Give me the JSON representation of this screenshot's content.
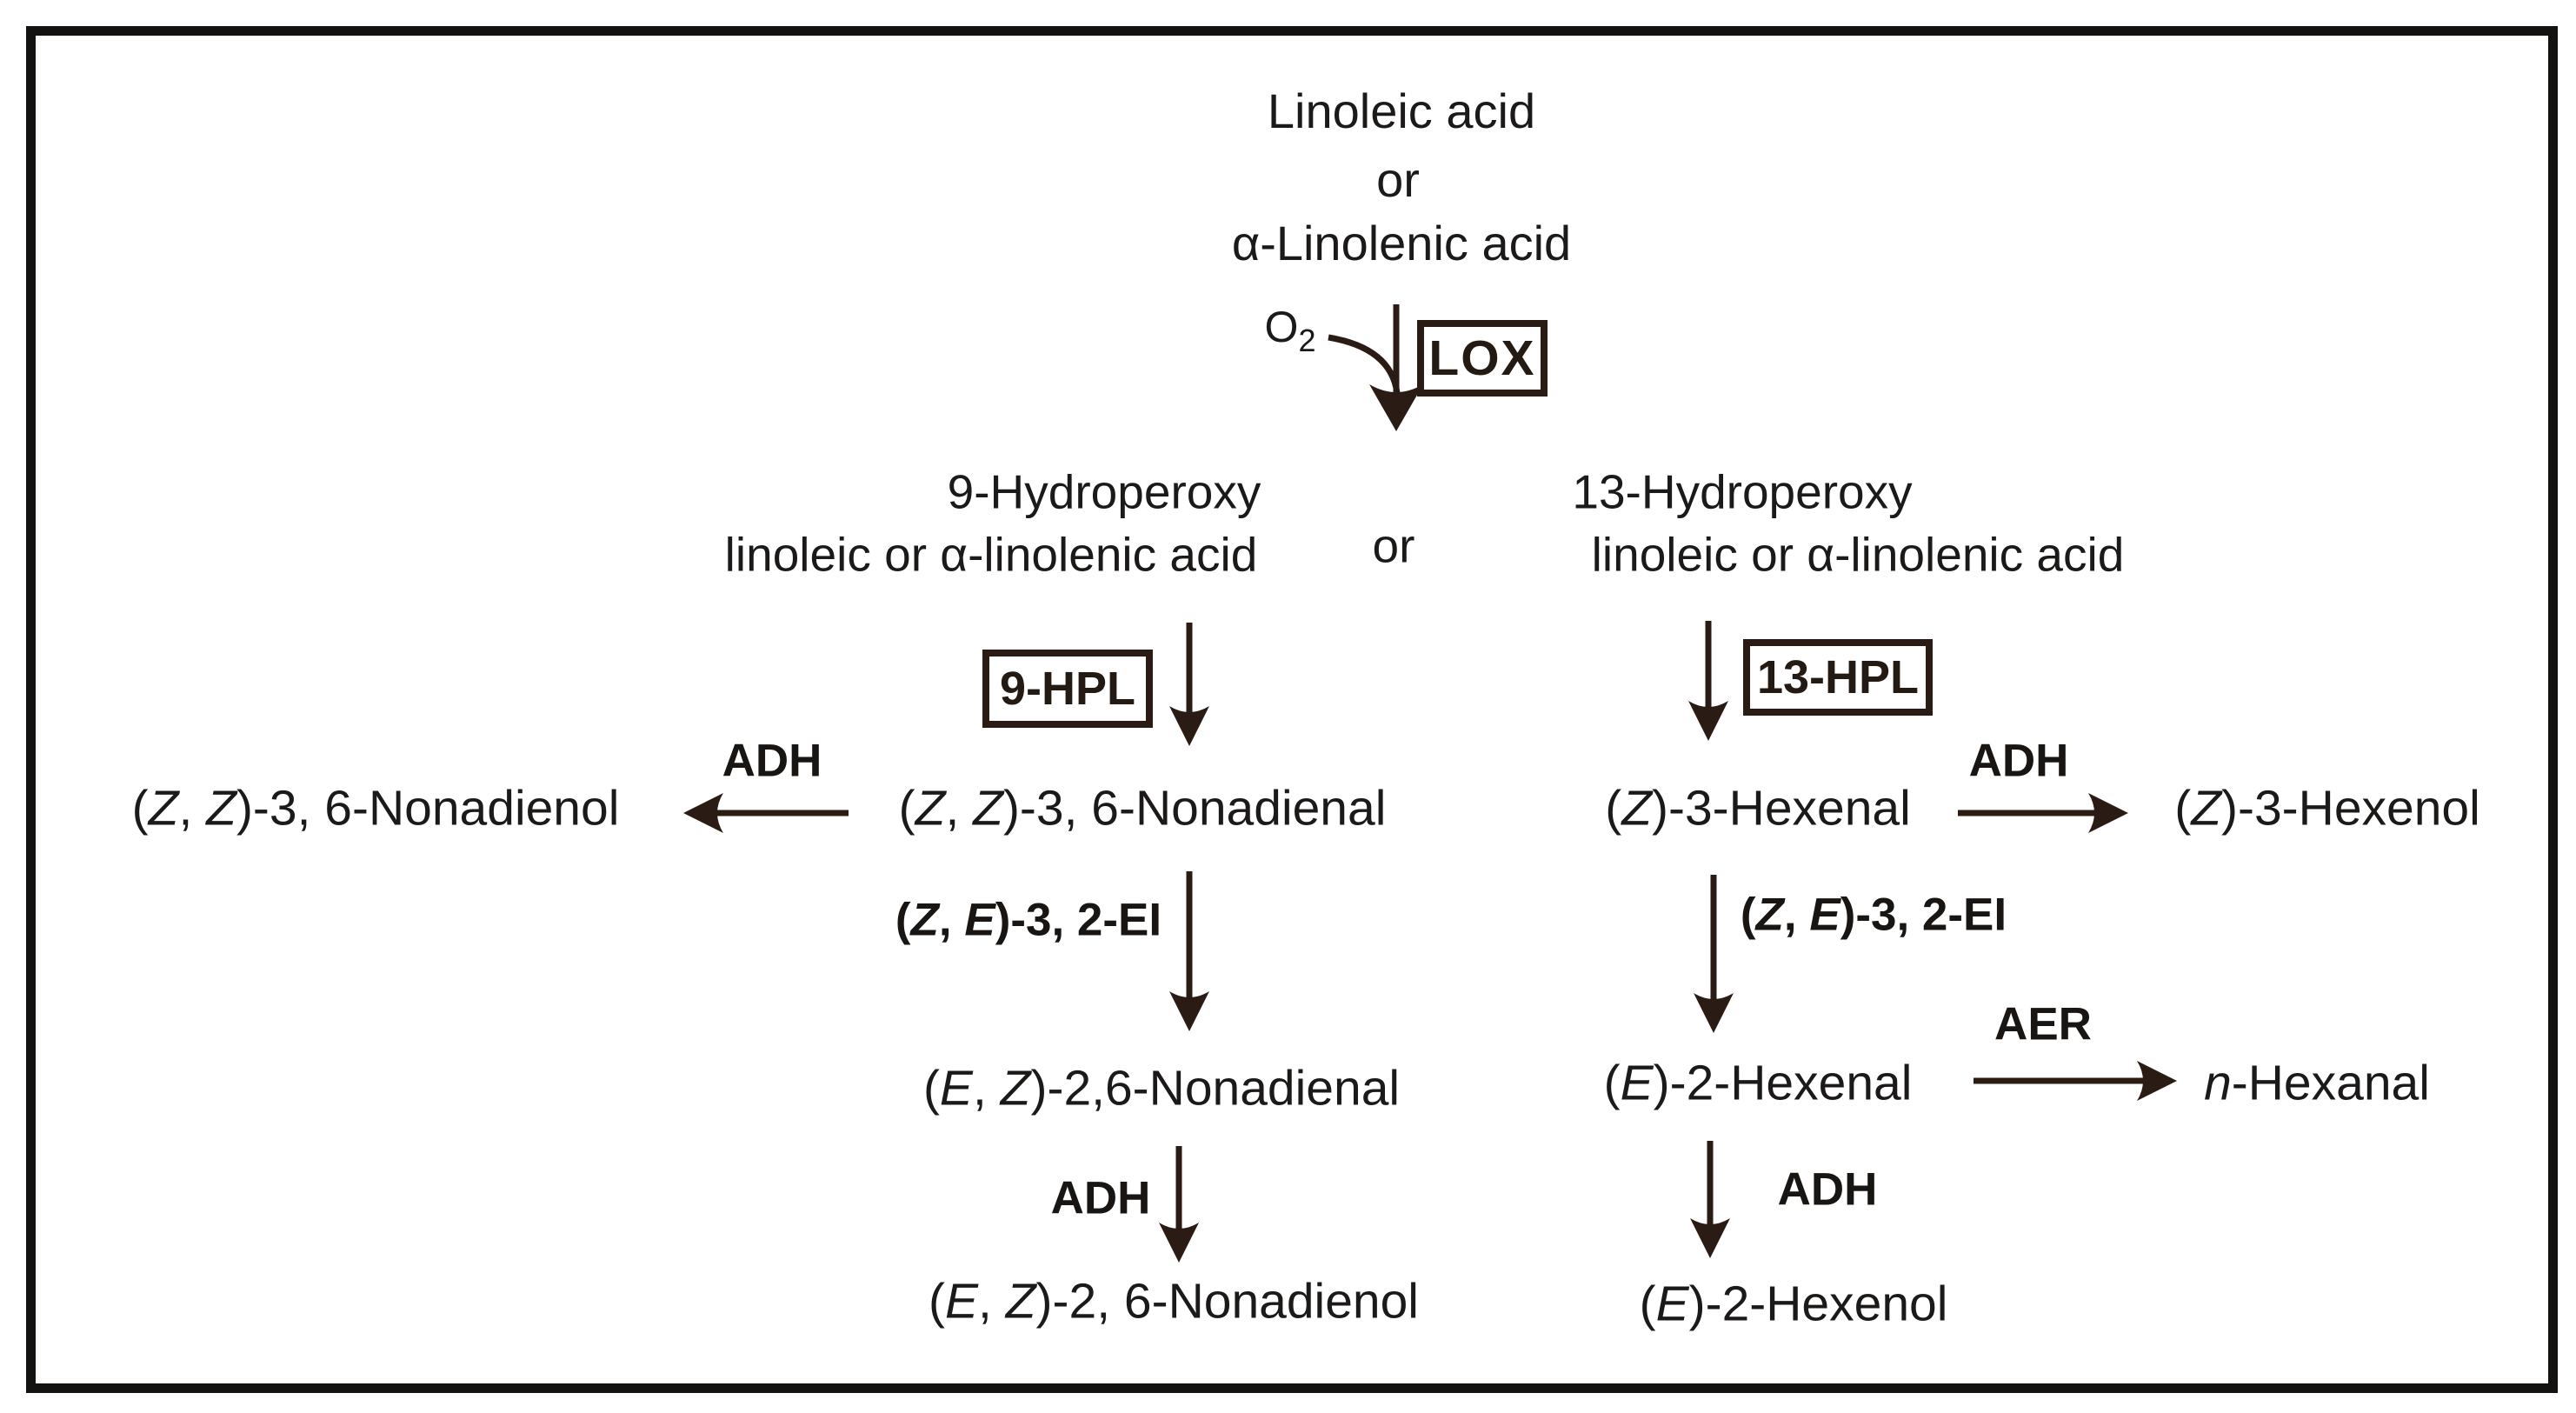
{
  "palette": {
    "ink": "#1c1a19",
    "arrow": "#2a1b15",
    "frame": "#141210",
    "background": "#ffffff"
  },
  "pathway": {
    "substrates": {
      "line1": "Linoleic acid",
      "conjunction": "or",
      "line2": "α-Linolenic acid"
    },
    "cofactor": {
      "symbol": "O",
      "subscript": "2"
    },
    "lox": {
      "label": "LOX"
    },
    "branch": {
      "left_hydroperoxide_line1": "9-Hydroperoxy",
      "left_hydroperoxide_line2": "linoleic or α-linolenic acid",
      "conjunction": "or",
      "right_hydroperoxide_line1": "13-Hydroperoxy",
      "right_hydroperoxide_line2": "linoleic or α-linolenic acid"
    },
    "left": {
      "hpl_label": "9-HPL",
      "aldehyde": "(Z, Z)-3, 6-Nonadienal",
      "adh1": "ADH",
      "alcohol": "(Z, Z)-3, 6-Nonadienol",
      "ei": "(Z, E)-3, 2-EI",
      "isomer_aldehyde": "(E, Z)-2,6-Nonadienal",
      "adh2": "ADH",
      "isomer_alcohol": "(E, Z)-2, 6-Nonadienol"
    },
    "right": {
      "hpl_label": "13-HPL",
      "aldehyde": "(Z)-3-Hexenal",
      "adh1": "ADH",
      "alcohol": "(Z)-3-Hexenol",
      "ei": "(Z, E)-3, 2-EI",
      "isomer_aldehyde": "(E)-2-Hexenal",
      "aer": "AER",
      "saturated_aldehyde": "n-Hexanal",
      "adh2": "ADH",
      "isomer_alcohol": "(E)-2-Hexenol"
    }
  }
}
